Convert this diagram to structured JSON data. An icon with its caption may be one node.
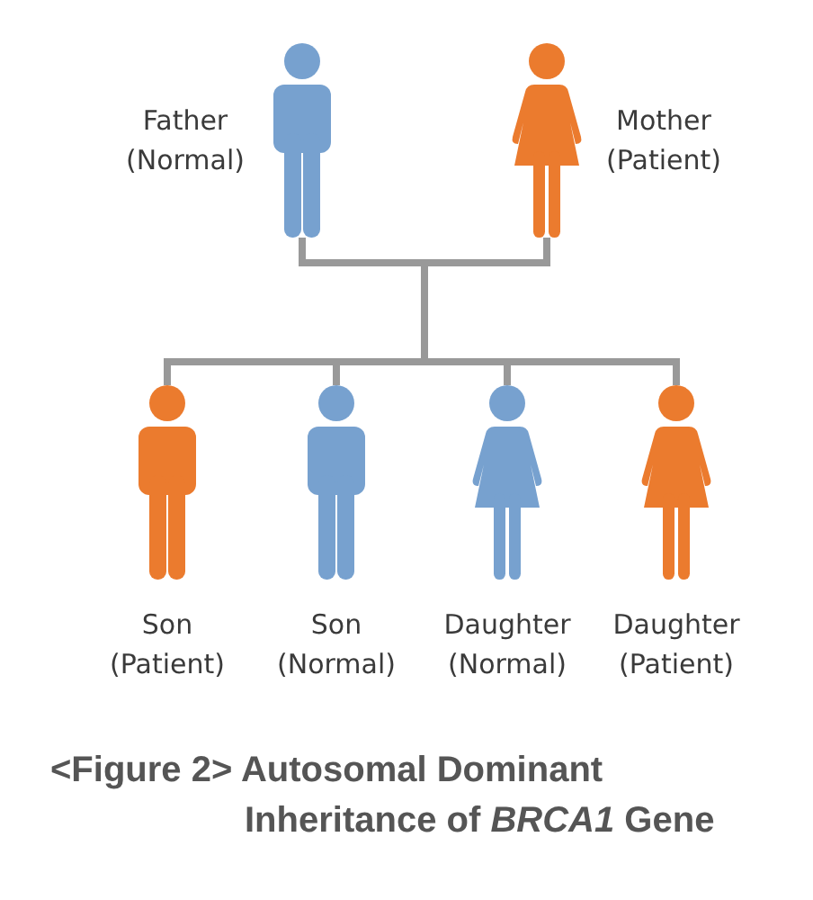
{
  "diagram": {
    "caption": "<Figure 2> Autosomal Dominant Inheritance of *BRCA1* Gene",
    "nodes": [
      {
        "text": [
          "Father (Normal)"
        ]
      },
      {
        "text": [
          "Mother (Patient)"
        ]
      },
      {
        "text": [
          "Son (Patient)"
        ]
      },
      {
        "text": [
          "Son (Normal)"
        ]
      },
      {
        "text": [
          "Daughter (Normal)"
        ]
      },
      {
        "text": [
          "Daughter (Patient)"
        ]
      }
    ],
    "edges": [
      {
        "from": 0,
        "to": 2,
        "arrow": "none"
      },
      {
        "from": 0,
        "to": 3,
        "arrow": "none"
      },
      {
        "from": 0,
        "to": 4,
        "arrow": "none"
      },
      {
        "from": 0,
        "to": 5,
        "arrow": "none"
      },
      {
        "from": 1,
        "to": 2,
        "arrow": "none"
      },
      {
        "from": 1,
        "to": 3,
        "arrow": "none"
      },
      {
        "from": 1,
        "to": 4,
        "arrow": "none"
      },
      {
        "from": 1,
        "to": 5,
        "arrow": "none"
      }
    ]
  }
}
